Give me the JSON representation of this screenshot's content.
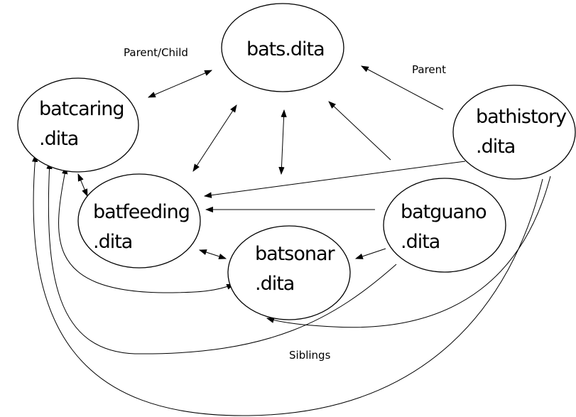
{
  "nodes": [
    {
      "id": "bats",
      "lines": [
        "bats.dita"
      ]
    },
    {
      "id": "batcaring",
      "lines": [
        "batcaring",
        ".dita"
      ]
    },
    {
      "id": "bathistory",
      "lines": [
        "bathistory",
        ".dita"
      ]
    },
    {
      "id": "batfeeding",
      "lines": [
        "batfeeding",
        ".dita"
      ]
    },
    {
      "id": "batguano",
      "lines": [
        "batguano",
        ".dita"
      ]
    },
    {
      "id": "batsonar",
      "lines": [
        "batsonar",
        ".dita"
      ]
    }
  ],
  "labels": {
    "parent_child": "Parent/Child",
    "parent": "Parent",
    "siblings": "Siblings"
  },
  "edges": [
    {
      "from": "batcaring",
      "to": "bats",
      "direction": "both",
      "kind": "parent/child"
    },
    {
      "from": "batfeeding",
      "to": "bats",
      "direction": "both",
      "kind": "parent/child"
    },
    {
      "from": "batsonar",
      "to": "bats",
      "direction": "both",
      "kind": "parent/child"
    },
    {
      "from": "batguano",
      "to": "bats",
      "direction": "to",
      "kind": "parent"
    },
    {
      "from": "bathistory",
      "to": "bats",
      "direction": "to",
      "kind": "parent"
    },
    {
      "from": "bathistory",
      "to": "batfeeding",
      "direction": "to",
      "kind": "parent"
    },
    {
      "from": "batguano",
      "to": "batfeeding",
      "direction": "to",
      "kind": "parent"
    },
    {
      "from": "batguano",
      "to": "batsonar",
      "direction": "to",
      "kind": "parent"
    },
    {
      "from": "batcaring",
      "to": "batfeeding",
      "direction": "both",
      "kind": "siblings"
    },
    {
      "from": "batfeeding",
      "to": "batsonar",
      "direction": "both",
      "kind": "siblings"
    },
    {
      "from": "batcaring",
      "to": "batsonar",
      "direction": "both",
      "kind": "siblings"
    },
    {
      "from": "batguano",
      "to": "batcaring",
      "direction": "to",
      "kind": "siblings"
    },
    {
      "from": "bathistory",
      "to": "batcaring",
      "direction": "to",
      "kind": "siblings"
    },
    {
      "from": "bathistory",
      "to": "batsonar",
      "direction": "to",
      "kind": "siblings"
    }
  ]
}
